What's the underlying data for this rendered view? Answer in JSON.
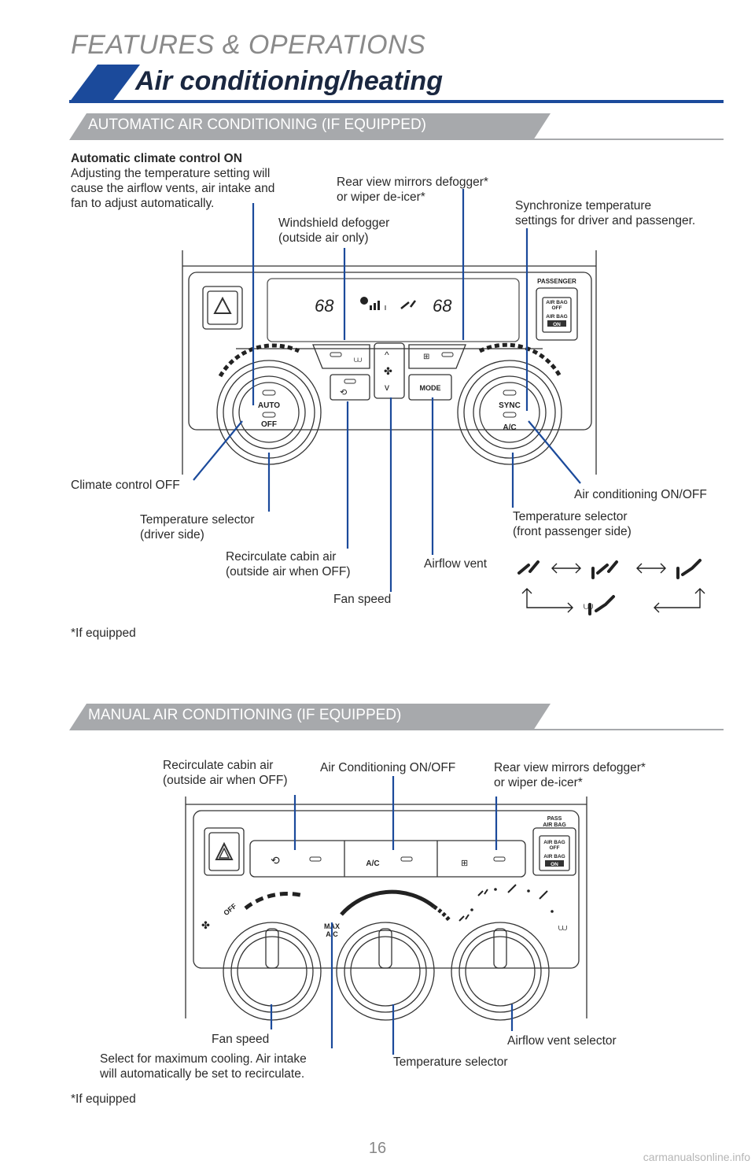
{
  "header": {
    "category": "FEATURES & OPERATIONS",
    "title": "Air conditioning/heating"
  },
  "auto": {
    "banner": "AUTOMATIC AIR CONDITIONING (IF EQUIPPED)",
    "intro_title": "Automatic climate control ON",
    "intro_line1": "Adjusting the temperature setting will",
    "intro_line2": "cause the airflow vents, air intake and",
    "intro_line3": "fan to adjust automatically.",
    "rear_defog_1": "Rear view mirrors defogger*",
    "rear_defog_2": "or wiper de-icer*",
    "sync_1": "Synchronize temperature",
    "sync_2": "settings for driver and passenger.",
    "windshield_1": "Windshield defogger",
    "windshield_2": "(outside air only)",
    "climate_off": "Climate control OFF",
    "ac_onoff": "Air conditioning ON/OFF",
    "temp_driver_1": "Temperature selector",
    "temp_driver_2": "(driver side)",
    "temp_pass_1": "Temperature selector",
    "temp_pass_2": "(front passenger side)",
    "recirc_1": "Recirculate cabin air",
    "recirc_2": "(outside air when OFF)",
    "airflow": "Airflow vent",
    "fan": "Fan speed",
    "footnote": "*If equipped",
    "display_left_temp": "68",
    "display_right_temp": "68",
    "btn_auto": "AUTO",
    "btn_off": "OFF",
    "btn_sync": "SYNC",
    "btn_ac": "A/C",
    "btn_mode": "MODE",
    "airbag_header": "PASSENGER",
    "airbag_off_1": "AIR BAG",
    "airbag_off_2": "OFF",
    "airbag_on_1": "AIR BAG",
    "airbag_on_2": "ON"
  },
  "manual": {
    "banner": "MANUAL AIR CONDITIONING (IF EQUIPPED)",
    "recirc_1": "Recirculate cabin air",
    "recirc_2": "(outside air when OFF)",
    "ac": "Air Conditioning ON/OFF",
    "rear_defog_1": "Rear view mirrors defogger*",
    "rear_defog_2": "or wiper de-icer*",
    "fan": "Fan speed",
    "max_1": "Select for maximum cooling. Air intake",
    "max_2": "will automatically be set to recirculate.",
    "temp": "Temperature selector",
    "airflow": "Airflow vent selector",
    "footnote": "*If equipped",
    "btn_ac": "A/C",
    "dial_off": "OFF",
    "dial_max_1": "MAX",
    "dial_max_2": "A/C",
    "airbag_header_1": "PASS",
    "airbag_header_2": "AIR BAG",
    "airbag_off_1": "AIR BAG",
    "airbag_off_2": "OFF",
    "airbag_on_1": "AIR BAG",
    "airbag_on_2": "ON"
  },
  "page_number": "16",
  "watermark": "carmanualsonline.info",
  "colors": {
    "accent": "#1b4a9b",
    "banner_gray": "#a7a9ac",
    "leader_blue": "#1b4a9b"
  }
}
